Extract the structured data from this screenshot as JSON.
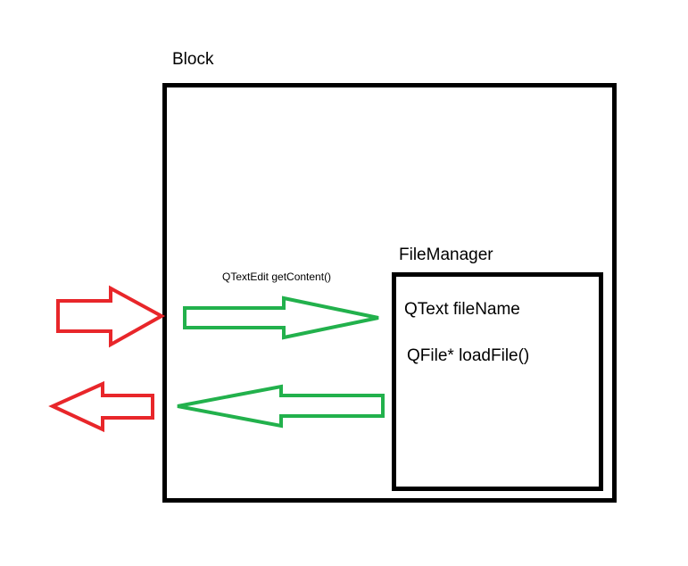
{
  "block": {
    "title": "Block"
  },
  "file_manager": {
    "title": "FileManager",
    "field": "QText fileName",
    "method": "QFile* loadFile()"
  },
  "method_label": "QTextEdit getContent()",
  "colors": {
    "input_arrow": "#e8262a",
    "internal_arrow": "#22b14c",
    "box_border": "#000000"
  }
}
